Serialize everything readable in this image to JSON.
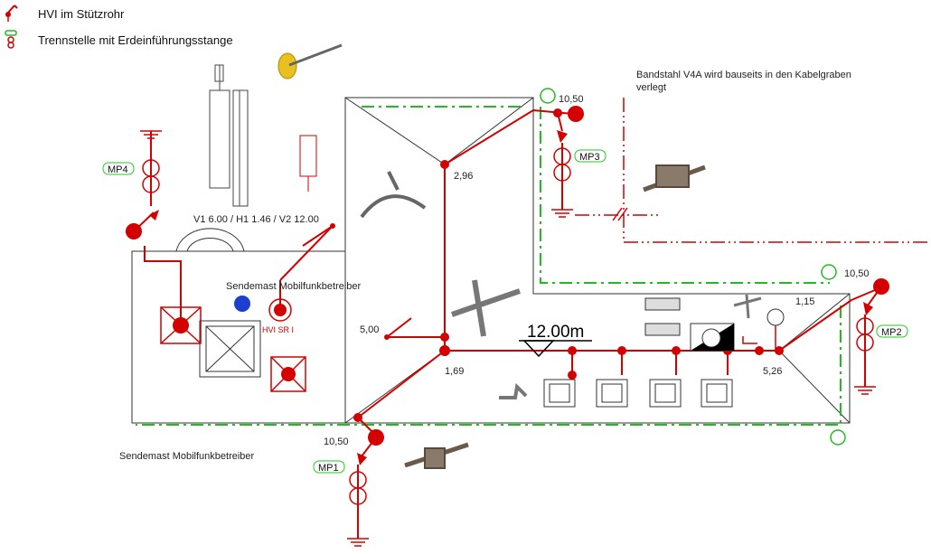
{
  "legend": {
    "items": [
      {
        "icon": "hvi-support-tube-icon",
        "label": "HVI im Stützrohr"
      },
      {
        "icon": "separation-point-icon",
        "label": "Trennstelle mit Erdeinführungsstange"
      }
    ]
  },
  "notes": {
    "bandstahl_line1": "Bandstahl V4A wird bauseits in den Kabelgraben",
    "bandstahl_line2": "verlegt",
    "mast_inside": "Sendemast Mobilfunkbetreiber",
    "mast_outside": "Sendemast Mobilfunkbetreiber",
    "height_spec": "V1 6.00 / H1 1.46 / V2 12.00",
    "hvi_sr": "HVI SR I",
    "dimension": "12.00m"
  },
  "heights": {
    "h_1050_top": "10,50",
    "h_296": "2,96",
    "h_500": "5,00",
    "h_169": "1,69",
    "h_1050_right": "10,50",
    "h_115": "1,15",
    "h_526": "5,26",
    "h_1050_bottom": "10,50"
  },
  "measuring_points": {
    "mp1": "MP1",
    "mp2": "MP2",
    "mp3": "MP3",
    "mp4": "MP4"
  },
  "colors": {
    "conductor": "#d40000",
    "ring_earth": "#22bb22",
    "outline": "#333333",
    "mp_label_border": "#22cc22"
  }
}
